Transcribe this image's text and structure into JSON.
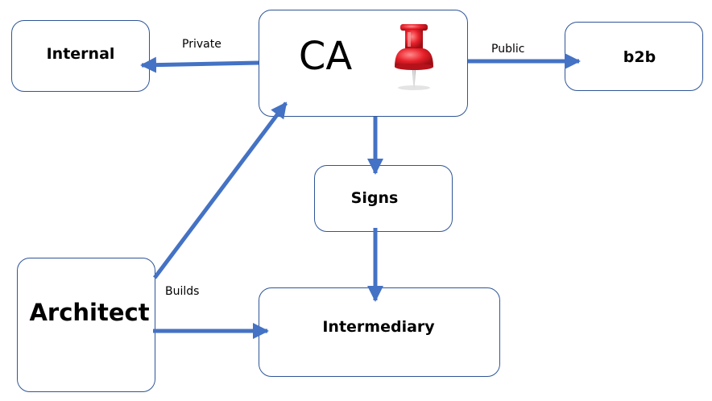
{
  "nodes": {
    "internal": "Internal",
    "ca": "CA",
    "b2b": "b2b",
    "signs": "Signs",
    "architect": "Architect",
    "intermediary": "Intermediary"
  },
  "edge_labels": {
    "private": "Private",
    "public": "Public",
    "builds": "Builds"
  },
  "icons": {
    "ca": "pushpin-icon"
  },
  "colors": {
    "arrow": "#4472c4",
    "box_border": "#2f5597",
    "pin_red": "#e8212b"
  }
}
